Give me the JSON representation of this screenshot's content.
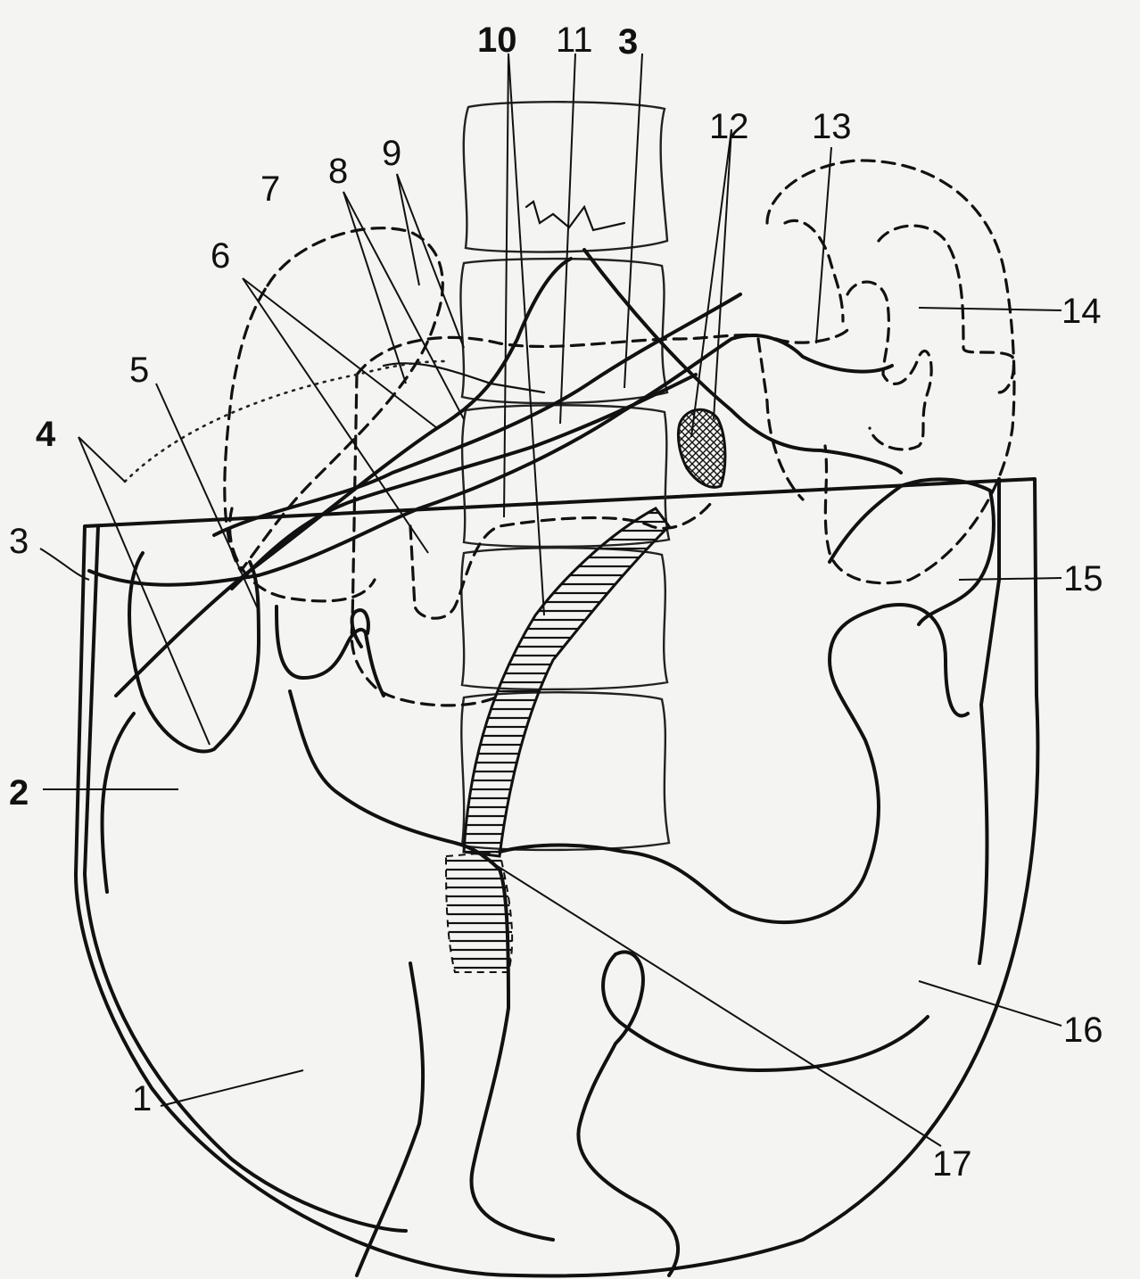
{
  "labels": {
    "l1": "1",
    "l2": "2",
    "l3_left": "3",
    "l3_top": "3",
    "l4": "4",
    "l5": "5",
    "l6": "6",
    "l7": "7",
    "l8": "8",
    "l9": "9",
    "l10": "10",
    "l11": "11",
    "l12": "12",
    "l13": "13",
    "l14": "14",
    "l15": "15",
    "l16": "16",
    "l17": "17"
  },
  "colors": {
    "ink": "#111111",
    "paper": "#f4f4f2"
  }
}
